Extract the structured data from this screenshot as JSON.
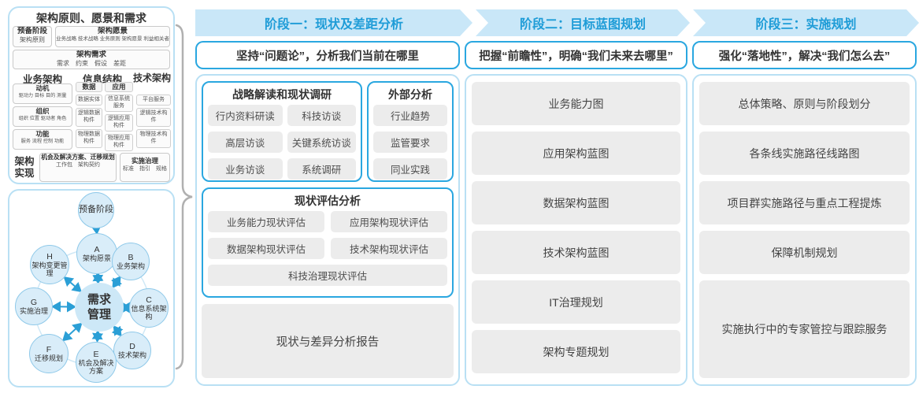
{
  "colors": {
    "band_fill": "#c9e7f8",
    "band_text": "#1e9cd7",
    "blue_border": "#2aa7e0",
    "panel_border": "#b9e0f4",
    "chip_bg": "#ececec",
    "circle_fill": "#d9edf9",
    "arrow_blue": "#2b9fd6",
    "brace_gray": "#b0b0b0"
  },
  "left_panel": {
    "title": "架构原则、愿景和需求",
    "prep_title": "预备阶段",
    "prep_sub": "架构原则",
    "vision_title": "架构愿景",
    "vision_sub": "业务战略 技术战略 业务原则 架构愿景 利益相关者",
    "req_title": "架构需求",
    "req_sub": "需求　约束　假设　差距",
    "biz_title": "业务架构",
    "info_title": "信息结构",
    "tech_title": "技术架构",
    "biz_groups": [
      {
        "t": "动机",
        "s": "驱动力 目标 目的 测量"
      },
      {
        "t": "组织",
        "s": "组织 位置 驱动者 角色"
      },
      {
        "t": "功能",
        "s": "服务 流程 控制 功能"
      }
    ],
    "data_head": "数据",
    "data_items": [
      "数据实体",
      "逻辑数据构件",
      "物理数据构件"
    ],
    "app_head": "应用",
    "app_items": [
      "信息系统服务",
      "逻辑应用构件",
      "物理应用构件"
    ],
    "tech_items": [
      "平台服务",
      "逻辑技术构件",
      "物理技术构件"
    ],
    "impl_label": "架构实现",
    "impl1_title": "机会及解决方案、迁移规划",
    "impl1_sub": "工作包　架构契约",
    "impl2_title": "实施治理",
    "impl2_sub": "标准　指引　规格"
  },
  "adm": {
    "prep": "预备阶段",
    "center": "需求管理",
    "nodes": [
      {
        "l": "A",
        "t": "架构愿景"
      },
      {
        "l": "B",
        "t": "业务架构"
      },
      {
        "l": "C",
        "t": "信息系统架构"
      },
      {
        "l": "D",
        "t": "技术架构"
      },
      {
        "l": "E",
        "t": "机会及解决方案"
      },
      {
        "l": "F",
        "t": "迁移规划"
      },
      {
        "l": "G",
        "t": "实施治理"
      },
      {
        "l": "H",
        "t": "架构变更管理"
      }
    ]
  },
  "phases": [
    {
      "header": "阶段一：现状及差距分析",
      "subtitle": "坚持“问题论”，分析我们当前在哪里"
    },
    {
      "header": "阶段二：目标蓝图规划",
      "subtitle": "把握“前瞻性”，明确“我们未来去哪里”"
    },
    {
      "header": "阶段三：实施规划",
      "subtitle": "强化“落地性”，解决“我们怎么去”"
    }
  ],
  "phase1": {
    "group1_title": "战略解读和现状调研",
    "group1_items": [
      "行内资料研读",
      "科技访谈",
      "高层访谈",
      "关键系统访谈",
      "业务访谈",
      "系统调研"
    ],
    "group2_title": "外部分析",
    "group2_items": [
      "行业趋势",
      "监管要求",
      "同业实践"
    ],
    "group3_title": "现状评估分析",
    "group3_items": [
      "业务能力现状评估",
      "应用架构现状评估",
      "数据架构现状评估",
      "技术架构现状评估",
      "科技治理现状评估"
    ],
    "report": "现状与差异分析报告"
  },
  "phase2": {
    "items": [
      "业务能力图",
      "应用架构蓝图",
      "数据架构蓝图",
      "技术架构蓝图",
      "IT治理规划",
      "架构专题规划"
    ]
  },
  "phase3": {
    "items": [
      "总体策略、原则与阶段划分",
      "各条线实施路径线路图",
      "项目群实施路径与重点工程提炼",
      "保障机制规划",
      "实施执行中的专家管控与跟踪服务"
    ]
  }
}
